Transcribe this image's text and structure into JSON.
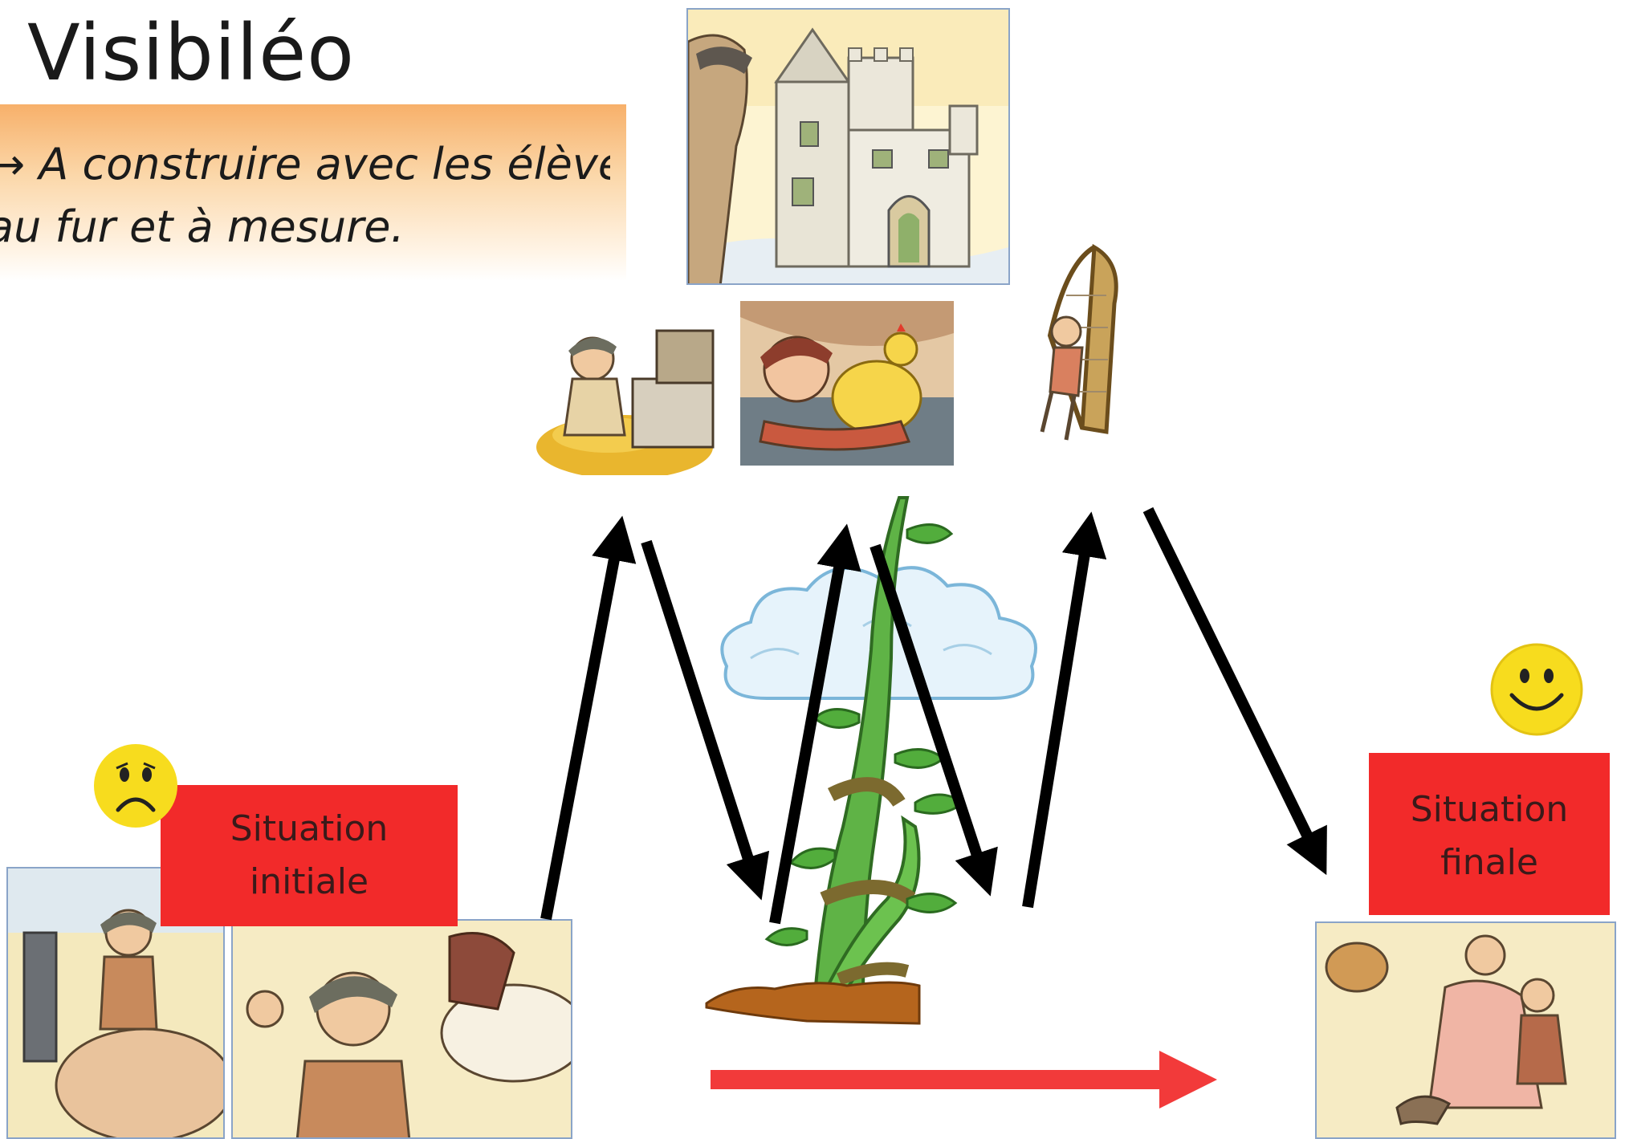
{
  "title": "Visibiléo",
  "note": {
    "line1": "→ A construire avec les élèves",
    "line2": "au fur et à mesure."
  },
  "labels": {
    "initial": [
      "Situation",
      "initiale"
    ],
    "final": [
      "Situation",
      "finale"
    ]
  },
  "colors": {
    "label_background": "#f22a2a",
    "time_arrow": "#f23a3a",
    "note_gradient_top": "#f7b06a"
  },
  "images": [
    "castle-illustration",
    "jack-gold-coins-illustration",
    "jack-golden-hen-illustration",
    "magic-harp-illustration",
    "beanstalk-cloud-illustration",
    "jack-cows-field-illustration",
    "jack-selling-cow-illustration",
    "happy-ending-illustration",
    "sad-face-icon",
    "smiley-face-icon"
  ]
}
